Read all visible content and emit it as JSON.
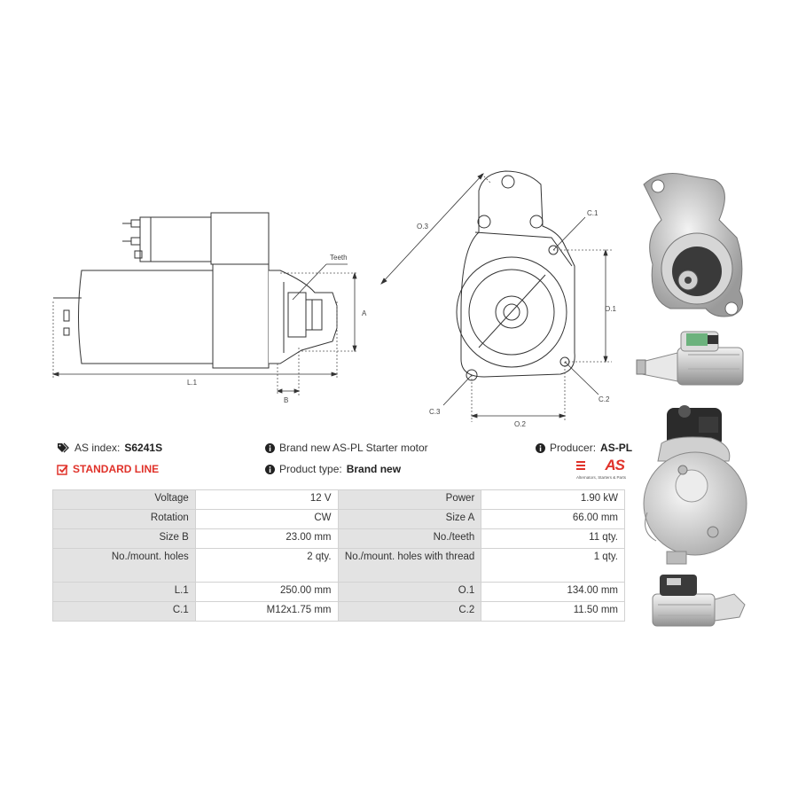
{
  "drawing": {
    "side_labels": {
      "teeth": "Teeth",
      "a": "A",
      "b": "B",
      "l1": "L.1"
    },
    "front_labels": {
      "o3": "O.3",
      "c1": "C.1",
      "o1": "O.1",
      "c2": "C.2",
      "c3": "C.3",
      "o2": "O.2"
    }
  },
  "info": {
    "as_index_label": "AS index:",
    "as_index_value": "S6241S",
    "standard_line": "STANDARD LINE",
    "description": "Brand new AS-PL Starter motor",
    "product_type_label": "Product type:",
    "product_type_value": "Brand new",
    "producer_label": "Producer:",
    "producer_value": "AS-PL",
    "logo_text": "AS",
    "logo_tagline": "Alternators, Starters & Parts"
  },
  "specs": [
    [
      "Voltage",
      "12 V",
      "Power",
      "1.90 kW"
    ],
    [
      "Rotation",
      "CW",
      "Size A",
      "66.00 mm"
    ],
    [
      "Size B",
      "23.00 mm",
      "No./teeth",
      "11 qty."
    ],
    [
      "No./mount. holes",
      "2 qty.",
      "No./mount. holes with thread",
      "1 qty."
    ],
    [
      "L.1",
      "250.00 mm",
      "O.1",
      "134.00 mm"
    ],
    [
      "C.1",
      "M12x1.75 mm",
      "C.2",
      "11.50 mm"
    ]
  ],
  "icons": {
    "as_index": "tags-icon",
    "standard_line": "check-square-icon",
    "info": "info-circle-icon"
  },
  "colors": {
    "accent_red": "#e0322a",
    "table_label_bg": "#e3e3e3",
    "line": "#333333"
  }
}
